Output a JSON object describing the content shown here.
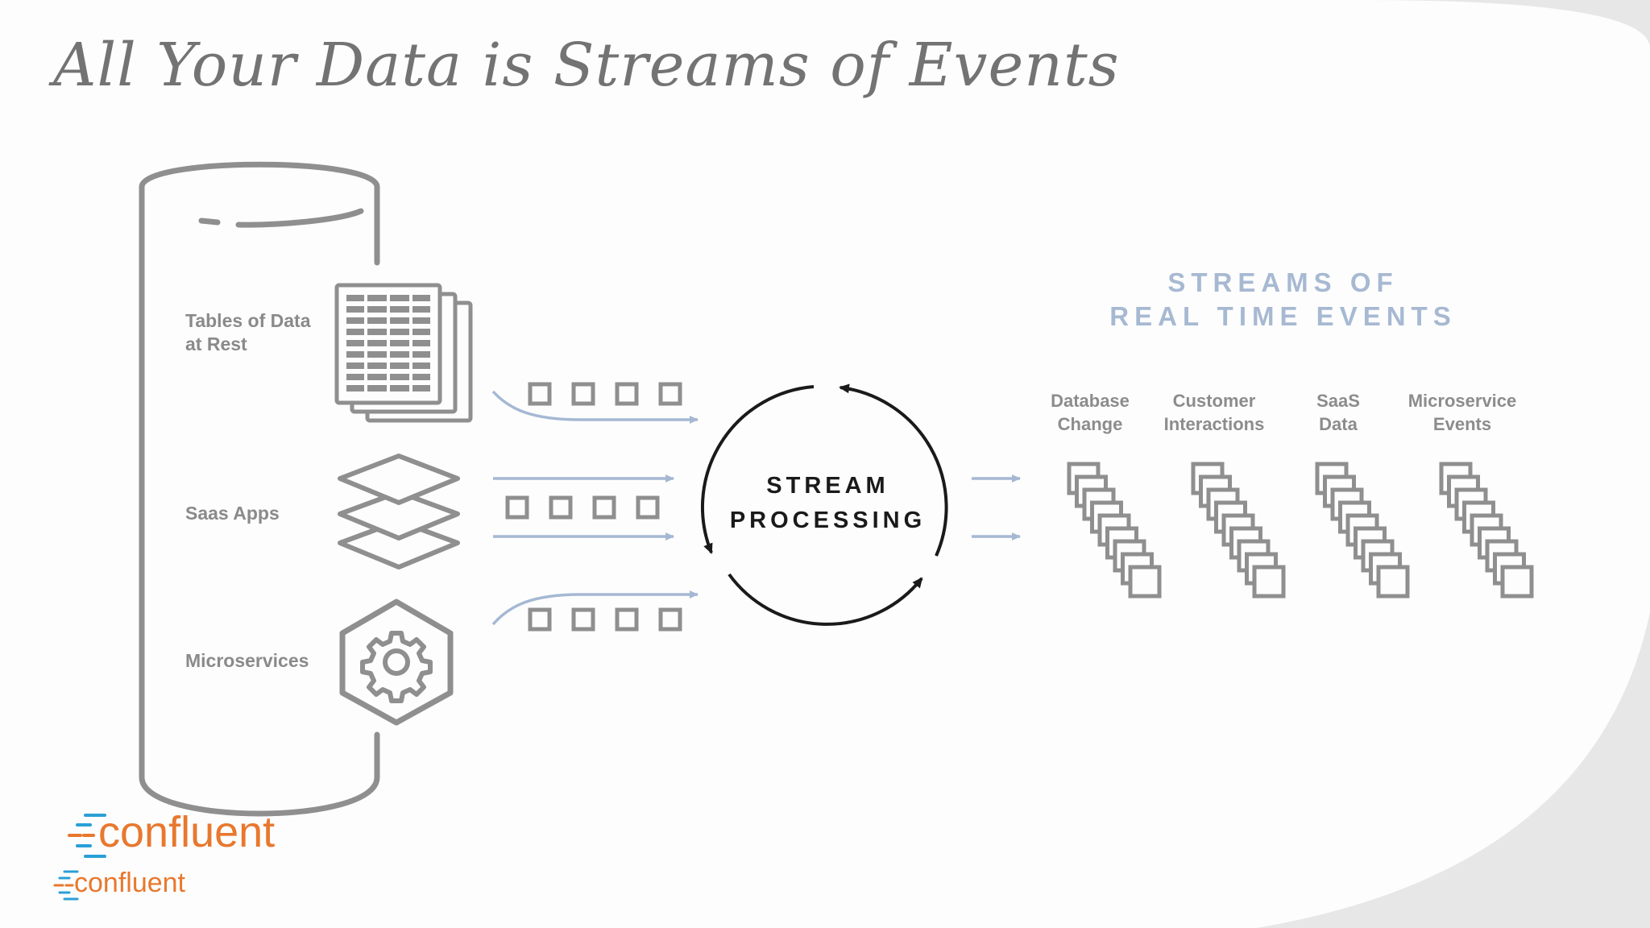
{
  "slide": {
    "title": "All Your Data is Streams of Events"
  },
  "sources": [
    {
      "label_line1": "Tables of Data",
      "label_line2": "at Rest",
      "icon": "table-stack-icon"
    },
    {
      "label_line1": "Saas Apps",
      "label_line2": "",
      "icon": "layers-icon"
    },
    {
      "label_line1": "Microservices",
      "label_line2": "",
      "icon": "hex-gear-icon"
    }
  ],
  "processing": {
    "line1": "STREAM",
    "line2": "PROCESSING"
  },
  "streams": {
    "heading_line1": "STREAMS OF",
    "heading_line2": "REAL TIME EVENTS",
    "items": [
      {
        "line1": "Database",
        "line2": "Change"
      },
      {
        "line1": "Customer",
        "line2": "Interactions"
      },
      {
        "line1": "SaaS",
        "line2": "Data"
      },
      {
        "line1": "Microservice",
        "line2": "Events"
      }
    ]
  },
  "logos": {
    "primary": "confluent",
    "secondary": "confluent"
  },
  "colors": {
    "background": "#e7e7e7",
    "slide": "#fdfdfd",
    "icon_gray": "#8f8f8f",
    "arrow_blue": "#a5b8d3",
    "heading_blue": "#a7b9d2",
    "brand_orange": "#e8782e",
    "brand_blue": "#2a9fd6"
  }
}
